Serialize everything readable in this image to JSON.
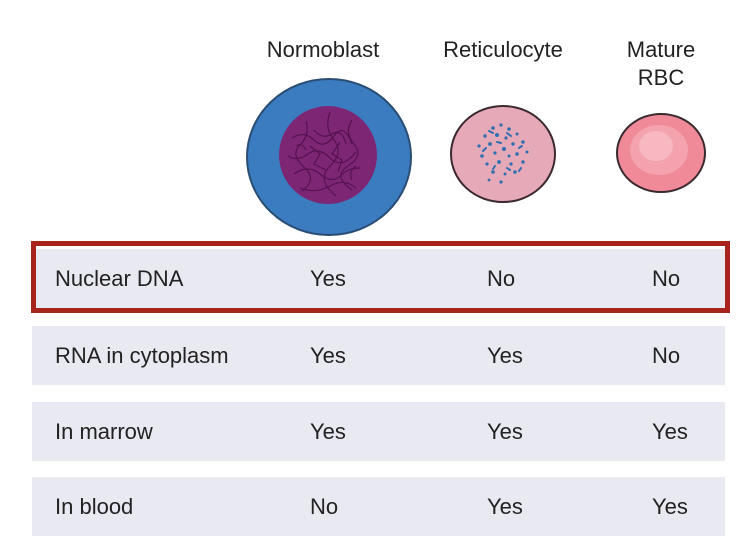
{
  "columns": [
    {
      "title": "Normoblast"
    },
    {
      "title": "Reticulocyte"
    },
    {
      "title": "Mature\nRBC"
    }
  ],
  "rows": [
    {
      "label": "Nuclear DNA",
      "values": [
        "Yes",
        "No",
        "No"
      ],
      "highlighted": true
    },
    {
      "label": "RNA in cytoplasm",
      "values": [
        "Yes",
        "Yes",
        "No"
      ],
      "highlighted": false
    },
    {
      "label": "In marrow",
      "values": [
        "Yes",
        "Yes",
        "Yes"
      ],
      "highlighted": false
    },
    {
      "label": "In blood",
      "values": [
        "No",
        "Yes",
        "Yes"
      ],
      "highlighted": false
    }
  ],
  "colors": {
    "normoblast_cytoplasm": "#3b7bbf",
    "normoblast_nucleus": "#7d2674",
    "reticulocyte_body": "#e6a9b8",
    "reticulocyte_rna": "#2f6fb0",
    "mature_rbc_outer": "#f08a98",
    "mature_rbc_center": "#f7b8c2",
    "row_background": "#e9e9f2",
    "highlight_border": "#a8231c"
  },
  "icons": [
    "normoblast-cell-icon",
    "reticulocyte-cell-icon",
    "mature-rbc-cell-icon"
  ]
}
